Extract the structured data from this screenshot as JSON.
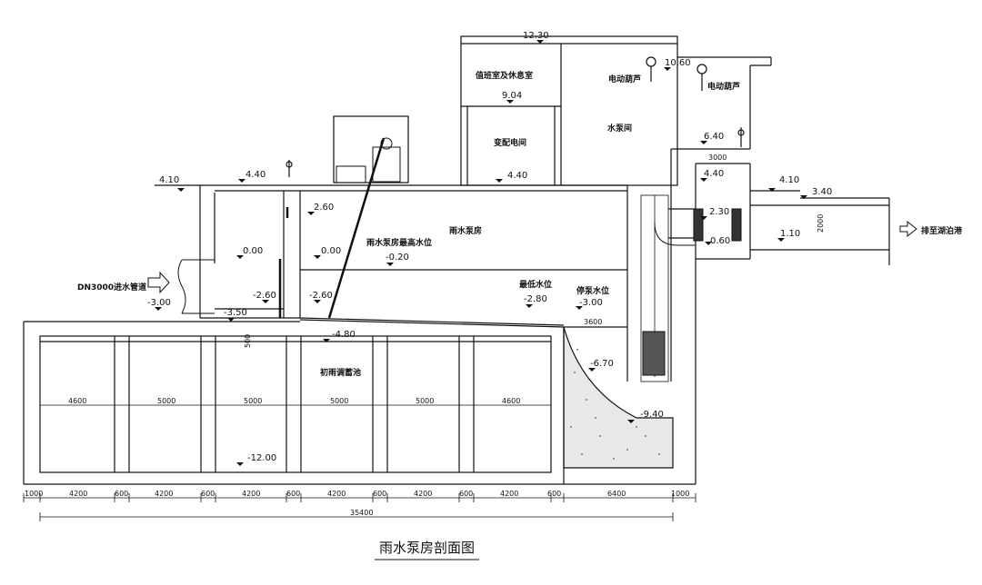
{
  "title": "雨水泵房剖面图",
  "rooms": {
    "duty_room": "值班室及休息室",
    "substation": "变配电间",
    "pump_hall": "水泵间",
    "pump_room": "雨水泵房",
    "storage_tank": "初雨调蓄池"
  },
  "labels": {
    "hoist_left": "电动葫芦",
    "hoist_right": "电动葫芦",
    "max_level": "雨水泵房最高水位",
    "min_level": "最低水位",
    "stop_level": "停泵水位",
    "inlet_pipe": "DN3000进水管道",
    "outlet": "排至湖泊港"
  },
  "elevations": {
    "roof": "12.30",
    "hoist": "10.60",
    "duty_floor": "9.04",
    "upper_floor": "4.40",
    "right_roof": "6.40",
    "right_floor": "4.40",
    "left_ground": "4.10",
    "inlet_top": "4.40",
    "right_ground": "4.10",
    "outlet_top": "3.40",
    "wet_a": "2.60",
    "wet_b": "0.00",
    "wet_c": "0.00",
    "max_water": "-0.20",
    "pipe_a": "2.30",
    "pipe_b": "0.60",
    "outlet_bottom": "1.10",
    "inlet_invert": "-3.00",
    "wet_d": "-2.60",
    "wet_e": "-2.60",
    "min_water": "-2.80",
    "stop_water": "-3.00",
    "sump_a": "-3.50",
    "tank_top": "-4.80",
    "pit": "-6.70",
    "pit_bottom": "-9.40",
    "tank_bottom": "-12.00"
  },
  "dimensions": {
    "d3000": "3000",
    "d3600": "3600",
    "d2000": "2000",
    "d500": "500",
    "tank_spans": [
      "4600",
      "5000",
      "5000",
      "5000",
      "5000",
      "4600"
    ],
    "bottom_a": "1000",
    "bottom_b": "4200",
    "bottom_c": "600",
    "bottom_end": "6400",
    "total": "35400"
  }
}
